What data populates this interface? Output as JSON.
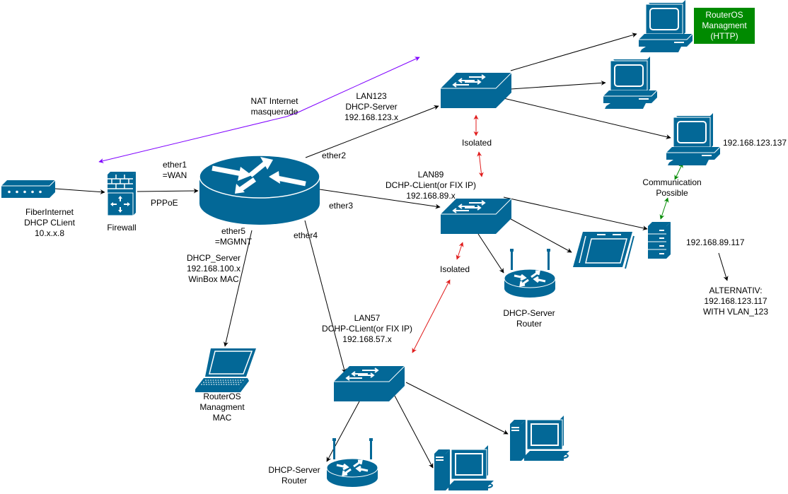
{
  "colors": {
    "device": "#036897",
    "device_light": "#ffffff",
    "link": "#000000",
    "nat_arrow": "#7f00ff",
    "isolated_arrow": "#e01b1b",
    "comm_arrow": "#008a00",
    "mgmt_box": "#008a00"
  },
  "nodes": {
    "modem": {
      "icon": "modem-icon",
      "label": "FiberInternet\nDHCP CLient\n10.x.x.8"
    },
    "firewall": {
      "icon": "firewall-icon",
      "label": "Firewall"
    },
    "main_router": {
      "icon": "router-icon"
    },
    "switch_lan123": {
      "icon": "switch-icon"
    },
    "switch_lan89": {
      "icon": "switch-icon"
    },
    "switch_lan57": {
      "icon": "switch-icon"
    },
    "pc_http_mgmt": {
      "icon": "workstation-icon",
      "badge": "RouterOS\nManagment\n(HTTP)"
    },
    "pc_lan123_b": {
      "icon": "workstation-icon"
    },
    "pc_lan123_137": {
      "icon": "workstation-icon",
      "label": "192.168.123.137"
    },
    "server_89_117": {
      "icon": "server-icon",
      "label": "192.168.89.117"
    },
    "tablet_lan89": {
      "icon": "tablet-icon"
    },
    "wifi_router_lan89": {
      "icon": "wireless-router-icon",
      "label": "DHCP-Server\nRouter"
    },
    "laptop_mgmt": {
      "icon": "laptop-icon",
      "label": "RouterOS\nManagment\nMAC"
    },
    "wifi_router_lan57": {
      "icon": "wireless-router-icon",
      "label": "DHCP-Server\nRouter"
    },
    "pc_lan57_a": {
      "icon": "desktop-tower-icon"
    },
    "pc_lan57_b": {
      "icon": "desktop-tower-icon"
    }
  },
  "labels": {
    "ether1": "ether1\n=WAN",
    "pppoe": "PPPoE",
    "ether2": "ether2",
    "ether3": "ether3",
    "ether4": "ether4",
    "ether5": "ether5\n=MGMNT",
    "mgmt_net": "DHCP_Server\n192.168.100.x\nWinBox MAC",
    "nat": "NAT Internet\nmasquerade",
    "lan123": "LAN123\nDHCP-Server\n192.168.123.x",
    "lan89": "LAN89\nDCHP-CLient(or FIX IP)\n192.168.89.x",
    "lan57": "LAN57\nDCHP-CLient(or FIX IP)\n192.168.57.x",
    "isolated_1": "Isolated",
    "isolated_2": "Isolated",
    "communication": "Communication\nPossible",
    "alternativ": "ALTERNATIV:\n192.168.123.117\nWITH VLAN_123"
  }
}
